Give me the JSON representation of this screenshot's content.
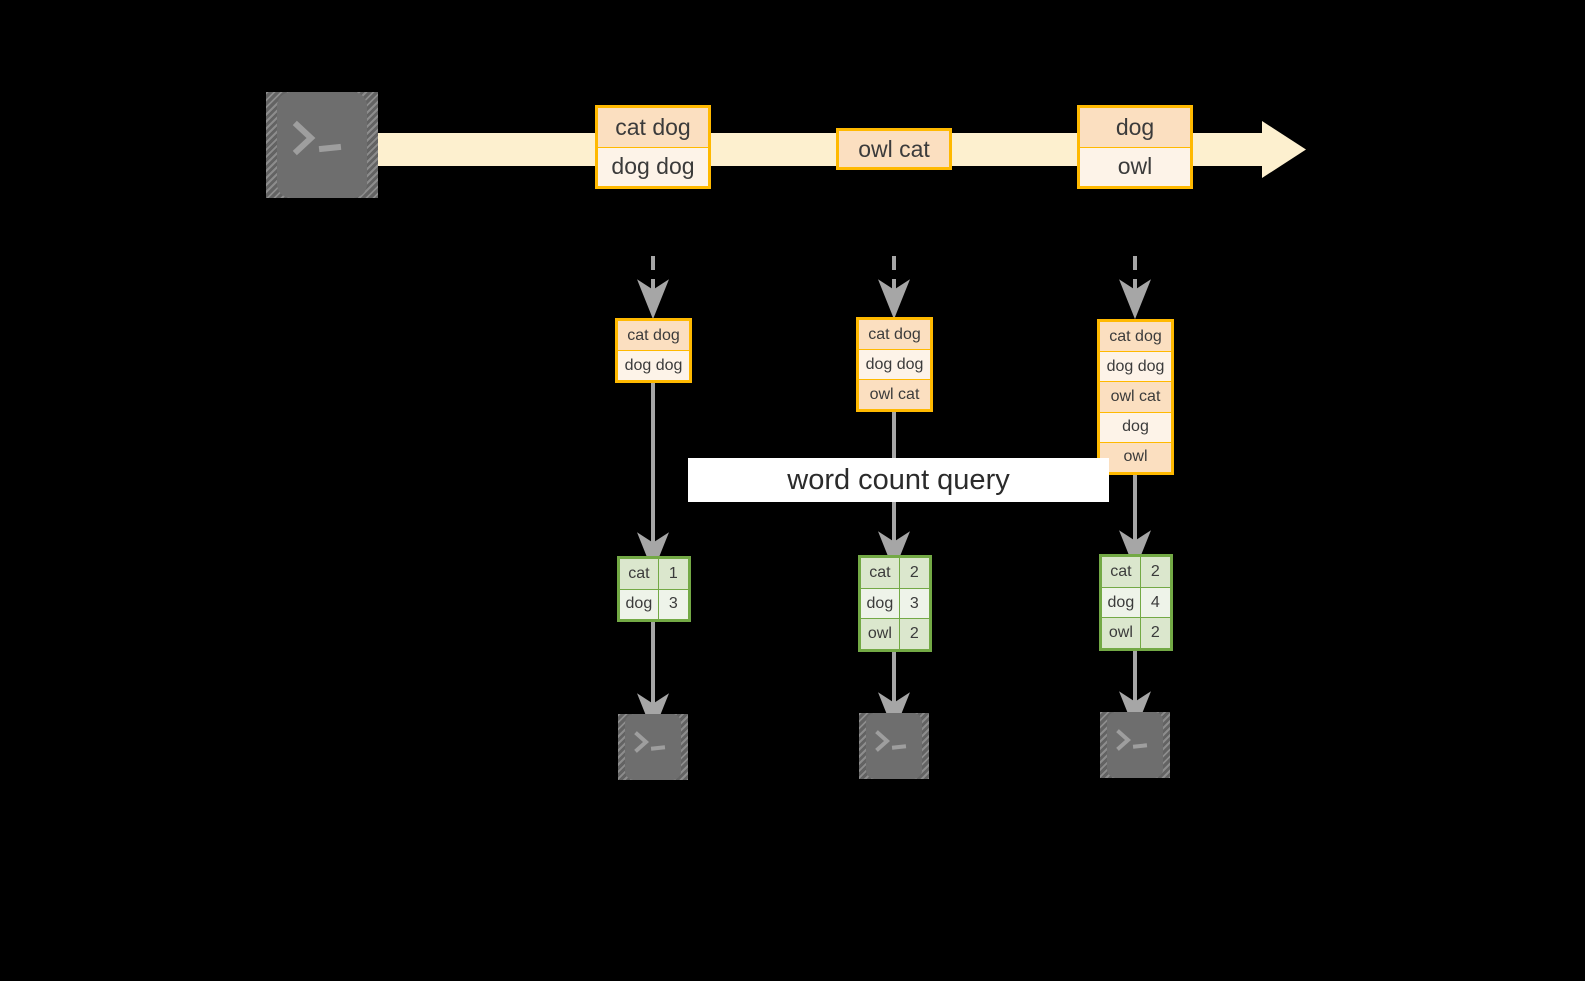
{
  "diagram": {
    "title": "word count query streaming diagram",
    "colors": {
      "background": "#000000",
      "stream_fill": "#fdf0cf",
      "event_border": "#ffb900",
      "event_fill_dark": "#fbdfc0",
      "event_fill_light": "#fdf3e8",
      "result_border": "#73a945",
      "result_fill_dark": "#dbe7cd",
      "result_fill_light": "#eef3e9",
      "arrow_gray": "#a6a6a6",
      "terminal_gray": "#6e6e6e",
      "banner_fill": "#ffffff"
    },
    "query_label": "word count query",
    "source": {
      "icon": "terminal-icon",
      "prompt": ">_"
    },
    "stream": {
      "icon": "stream-arrow-icon",
      "messages": [
        {
          "rows": [
            {
              "text": "cat dog",
              "shade": "dark"
            },
            {
              "text": "dog dog",
              "shade": "light"
            }
          ]
        },
        {
          "rows": [
            {
              "text": "owl cat",
              "shade": "dark"
            }
          ]
        },
        {
          "rows": [
            {
              "text": "dog",
              "shade": "dark"
            },
            {
              "text": "owl",
              "shade": "light"
            }
          ]
        }
      ]
    },
    "snapshots": [
      {
        "events": [
          {
            "text": "cat dog",
            "shade": "dark"
          },
          {
            "text": "dog dog",
            "shade": "light"
          }
        ],
        "results": [
          {
            "word": "cat",
            "count": "1",
            "shade": "dark"
          },
          {
            "word": "dog",
            "count": "3",
            "shade": "light"
          }
        ],
        "sink": {
          "icon": "terminal-icon",
          "prompt": ">_"
        }
      },
      {
        "events": [
          {
            "text": "cat dog",
            "shade": "dark"
          },
          {
            "text": "dog dog",
            "shade": "light"
          },
          {
            "text": "owl cat",
            "shade": "dark"
          }
        ],
        "results": [
          {
            "word": "cat",
            "count": "2",
            "shade": "dark"
          },
          {
            "word": "dog",
            "count": "3",
            "shade": "light"
          },
          {
            "word": "owl",
            "count": "2",
            "shade": "dark"
          }
        ],
        "sink": {
          "icon": "terminal-icon",
          "prompt": ">_"
        }
      },
      {
        "events": [
          {
            "text": "cat dog",
            "shade": "dark"
          },
          {
            "text": "dog dog",
            "shade": "light"
          },
          {
            "text": "owl cat",
            "shade": "dark"
          },
          {
            "text": "dog",
            "shade": "light"
          },
          {
            "text": "owl",
            "shade": "dark"
          }
        ],
        "results": [
          {
            "word": "cat",
            "count": "2",
            "shade": "dark"
          },
          {
            "word": "dog",
            "count": "4",
            "shade": "light"
          },
          {
            "word": "owl",
            "count": "2",
            "shade": "dark"
          }
        ],
        "sink": {
          "icon": "terminal-icon",
          "prompt": ">_"
        }
      }
    ]
  }
}
